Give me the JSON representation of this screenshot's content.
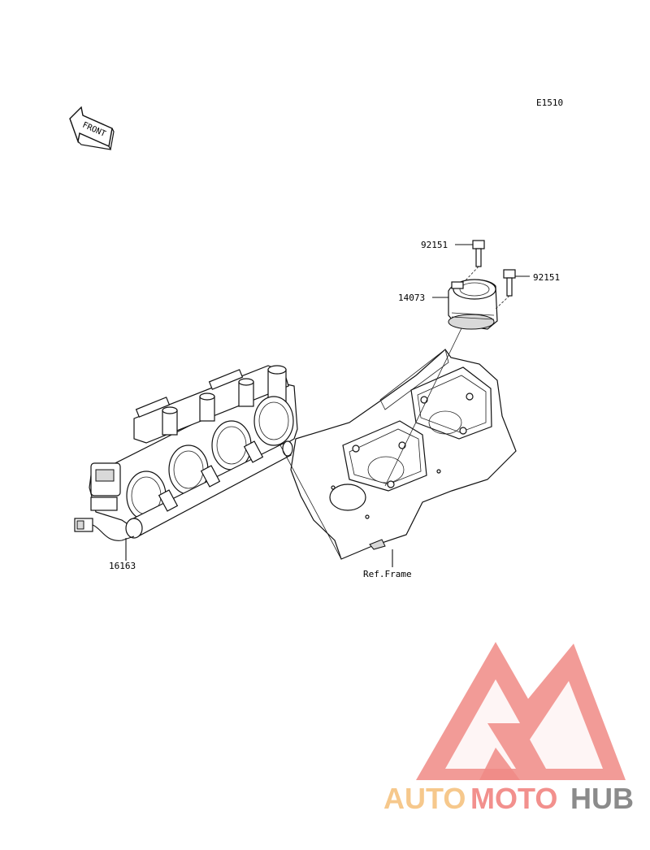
{
  "diagram": {
    "code": "E1510",
    "front_label": "FRONT",
    "callouts": {
      "bolt_top": "92151",
      "bolt_right": "92151",
      "cap": "14073",
      "sensor": "16163",
      "frame": "Ref.Frame"
    }
  },
  "watermark": {
    "brand_part1": "AUTO",
    "brand_part2": "MOTO",
    "brand_part3": "HUB",
    "colors": {
      "triangle": "#f08a85",
      "auto": "#f6c88c",
      "moto": "#f2908d",
      "hub": "#8b8b8b"
    }
  }
}
